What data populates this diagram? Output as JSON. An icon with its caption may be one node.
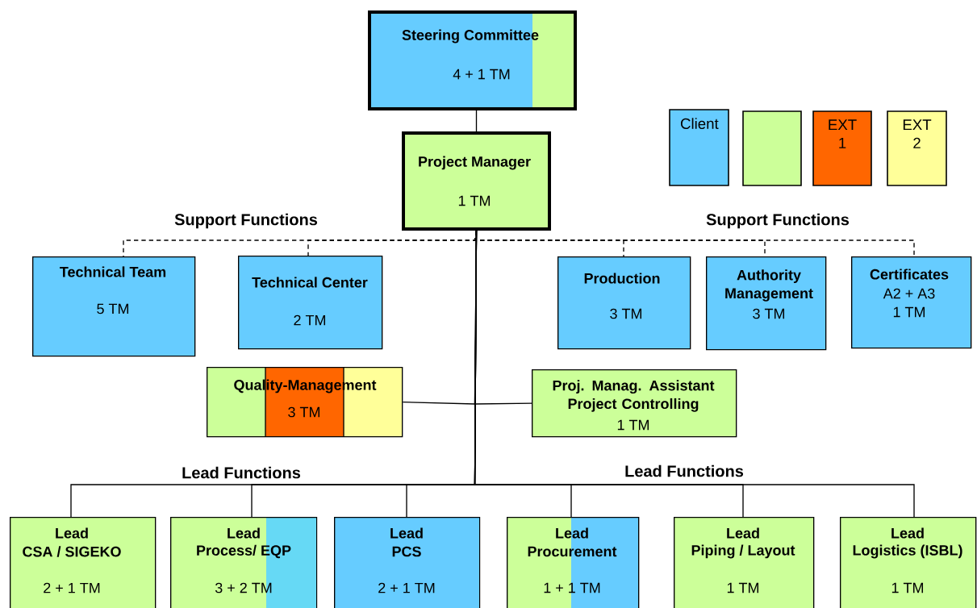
{
  "diagram": {
    "nodes": [
      {
        "text": [
          "Steering Committee",
          "4 + 1 TM"
        ]
      },
      {
        "text": [
          "Project Manager",
          "1 TM"
        ]
      },
      {
        "text": [
          "Technical Team",
          "5 TM"
        ]
      },
      {
        "text": [
          "Technical Center",
          "2 TM"
        ]
      },
      {
        "text": [
          "Production",
          "3 TM"
        ]
      },
      {
        "text": [
          "Authority Management",
          "3 TM"
        ]
      },
      {
        "text": [
          "Certificates",
          "A2 + A3",
          "1 TM"
        ]
      },
      {
        "text": [
          "Quality-Management",
          "3 TM"
        ]
      },
      {
        "text": [
          "Proj. Manag. Assistant Project Controlling",
          "1 TM"
        ]
      },
      {
        "text": [
          "Lead",
          "CSA / SIGEKO",
          "2 + 1 TM"
        ]
      },
      {
        "text": [
          "Lead",
          "Process/ EQP",
          "3 + 2 TM"
        ]
      },
      {
        "text": [
          "Lead",
          "PCS",
          "2 + 1 TM"
        ]
      },
      {
        "text": [
          "Lead",
          "Procurement",
          "1 + 1 TM"
        ]
      },
      {
        "text": [
          "Lead",
          "Piping / Layout",
          "1 TM"
        ]
      },
      {
        "text": [
          "Lead",
          "Logistics (ISBL)",
          "1 TM"
        ]
      }
    ],
    "edges": [
      {
        "from": 0,
        "to": 1,
        "arrow": "none"
      },
      {
        "from": 1,
        "to": 2,
        "arrow": "none",
        "style": "dashed"
      },
      {
        "from": 1,
        "to": 3,
        "arrow": "none",
        "style": "dashed"
      },
      {
        "from": 1,
        "to": 4,
        "arrow": "none",
        "style": "dashed"
      },
      {
        "from": 1,
        "to": 5,
        "arrow": "none",
        "style": "dashed"
      },
      {
        "from": 1,
        "to": 6,
        "arrow": "none",
        "style": "dashed"
      },
      {
        "from": 1,
        "to": 7,
        "arrow": "none"
      },
      {
        "from": 1,
        "to": 8,
        "arrow": "none"
      },
      {
        "from": 1,
        "to": 9,
        "arrow": "none"
      },
      {
        "from": 1,
        "to": 10,
        "arrow": "none"
      },
      {
        "from": 1,
        "to": 11,
        "arrow": "none"
      },
      {
        "from": 1,
        "to": 12,
        "arrow": "none"
      },
      {
        "from": 1,
        "to": 13,
        "arrow": "none"
      },
      {
        "from": 1,
        "to": 14,
        "arrow": "none"
      }
    ],
    "labels": [
      "Support Functions",
      "Support Functions",
      "Lead Functions",
      "Lead Functions"
    ],
    "legend": [
      {
        "text": "Client",
        "color": "#66ccff"
      },
      {
        "text": "EXT 1",
        "color": "#ff6600"
      },
      {
        "text": "EXT 2",
        "color": "#ffff99"
      }
    ]
  }
}
